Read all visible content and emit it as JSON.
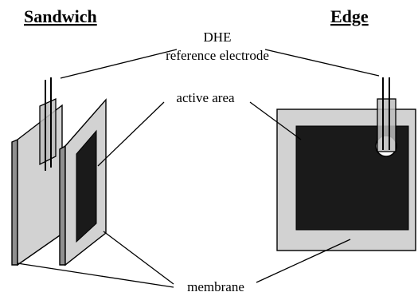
{
  "headings": {
    "left": "Sandwich",
    "right": "Edge"
  },
  "labels": {
    "dhe_line1": "DHE",
    "dhe_line2": "reference electrode",
    "active_area": "active area",
    "membrane": "membrane"
  },
  "colors": {
    "membrane_fill": "#d2d2d2",
    "membrane_edge": "#8f8f8f",
    "active_area_fill": "#1a1a1a",
    "electrode_fill": "#bdbdbd"
  }
}
